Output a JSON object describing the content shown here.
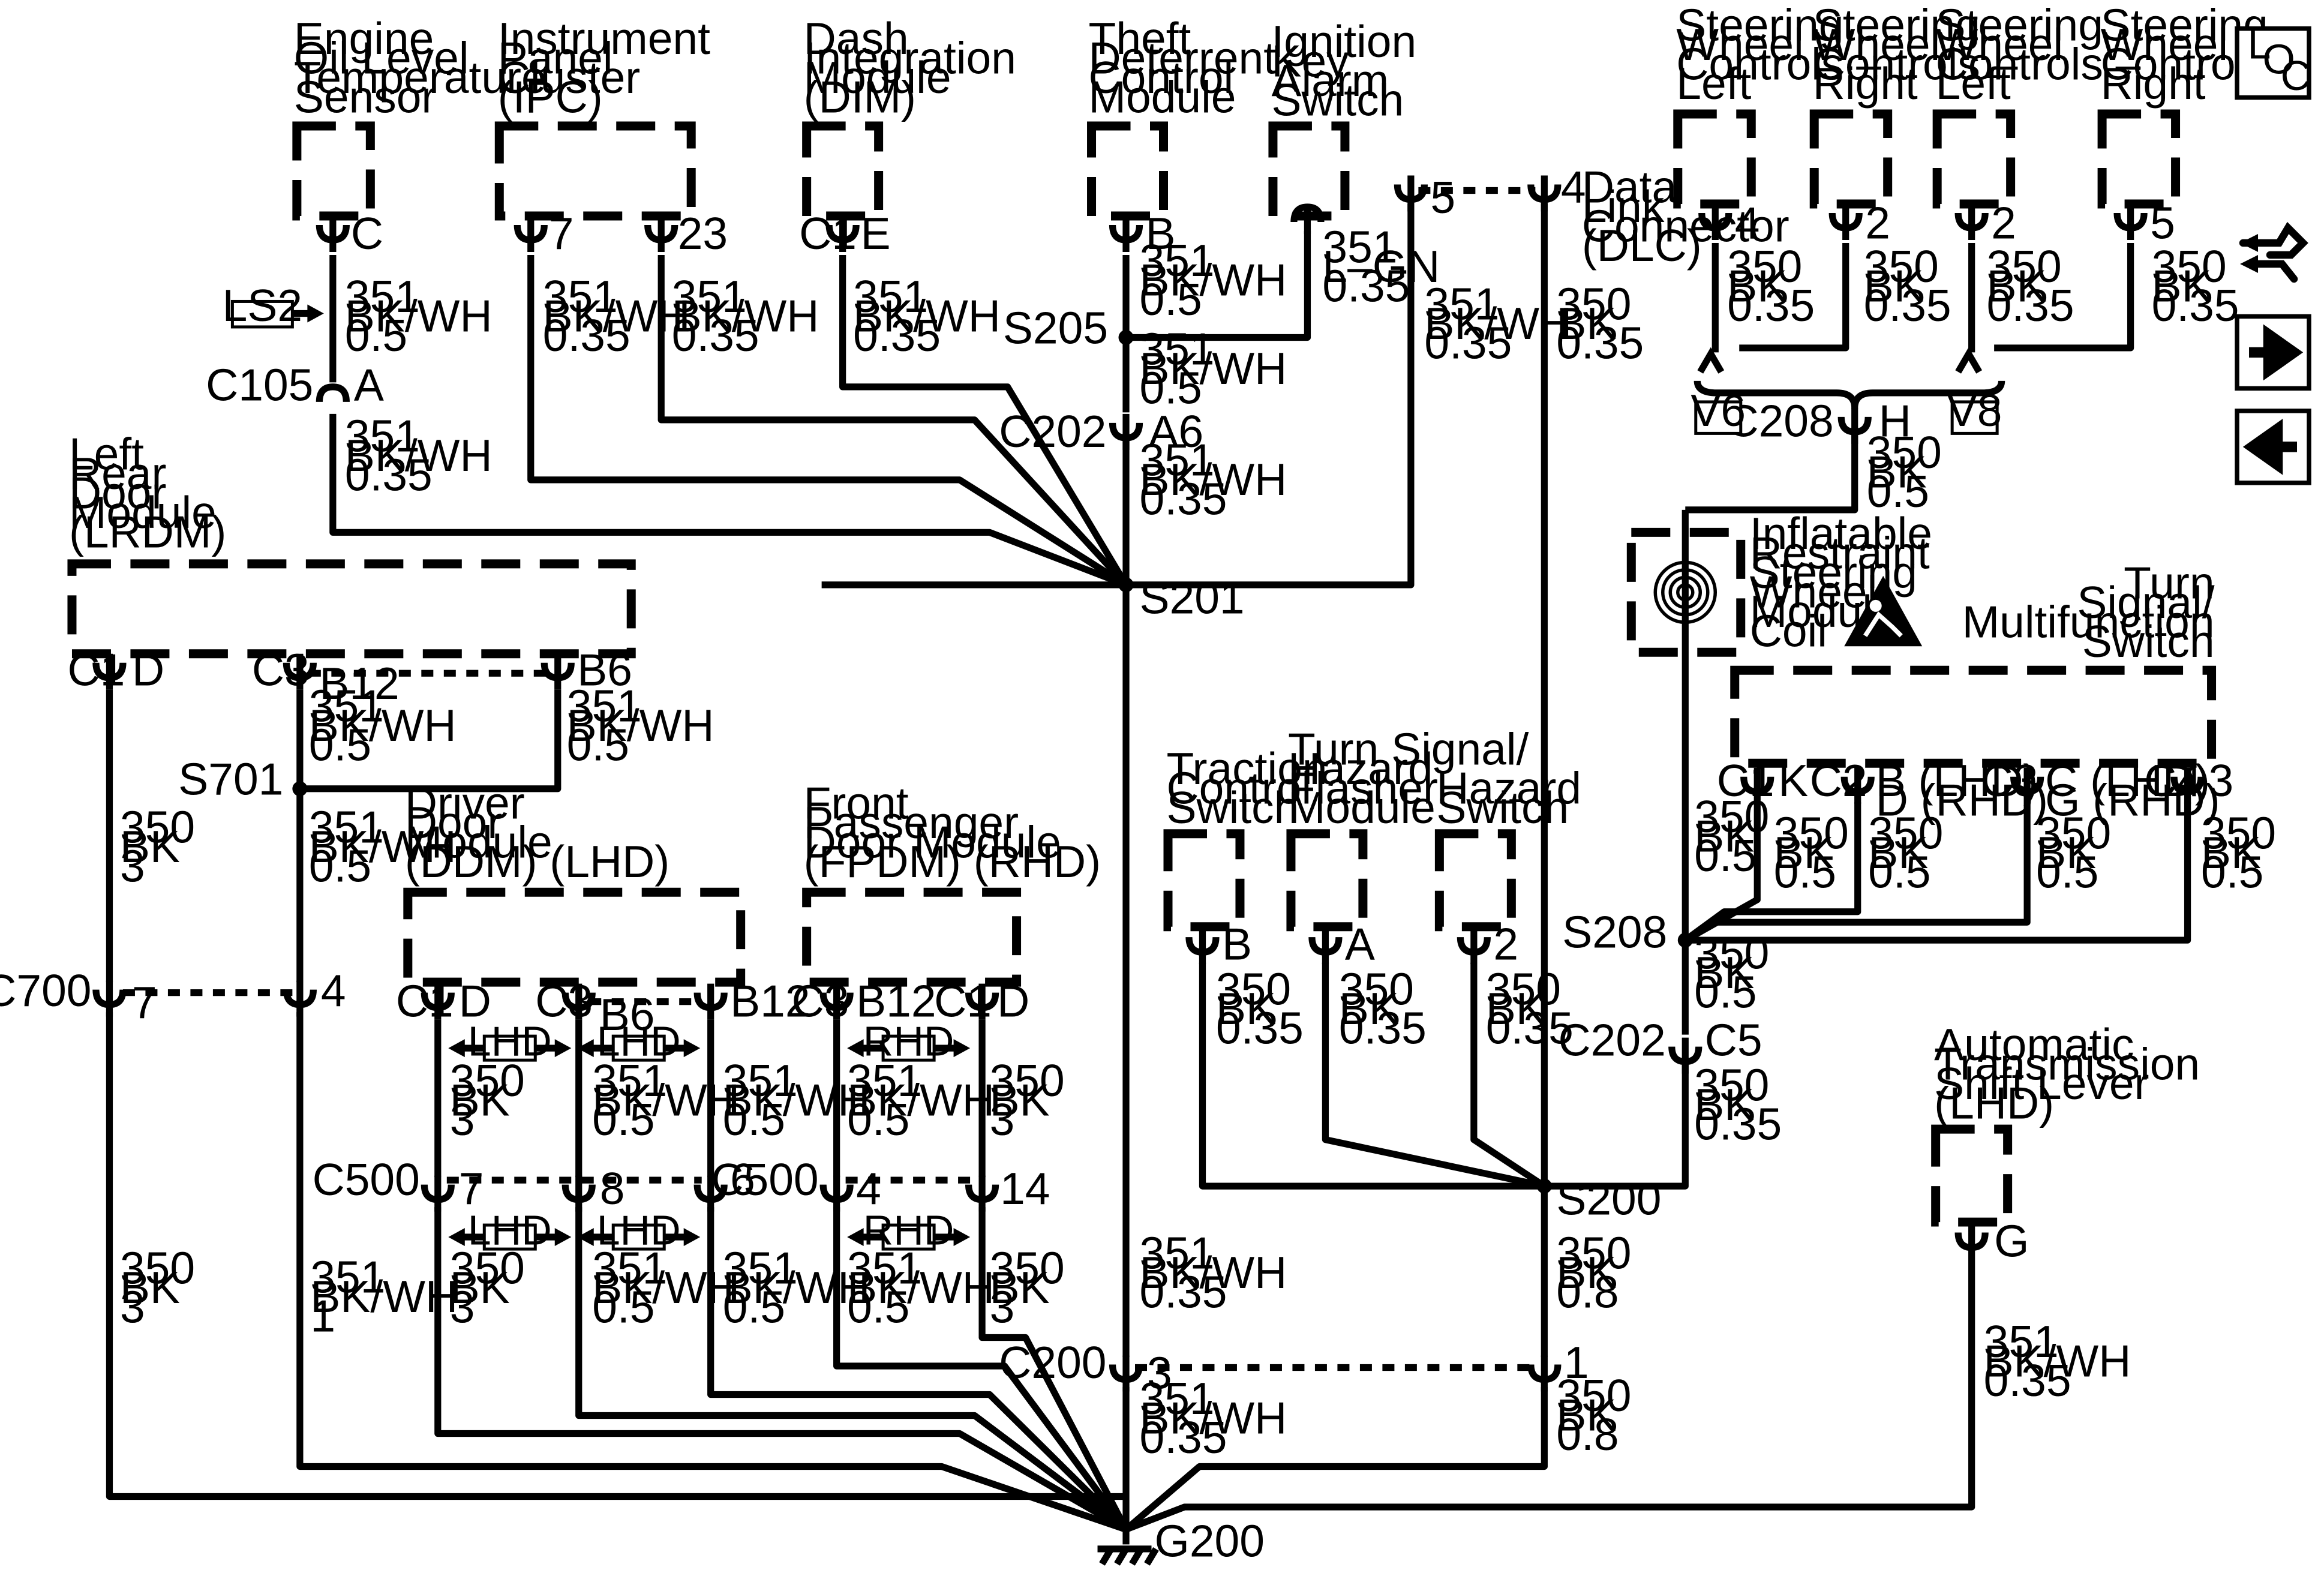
{
  "components": [
    {
      "key": "eolts",
      "lines": [
        "Engine",
        "Oil Level",
        "Temperature",
        "Sensor"
      ]
    },
    {
      "key": "ipc",
      "lines": [
        "Instrument",
        "Panel",
        "Cluster",
        "(IPC)"
      ]
    },
    {
      "key": "dim",
      "lines": [
        "Dash",
        "Integration",
        "Module",
        "(DIM)"
      ]
    },
    {
      "key": "tdcm",
      "lines": [
        "Theft",
        "Deterrent",
        "Control",
        "Module"
      ]
    },
    {
      "key": "ikas",
      "lines": [
        "Ignition",
        "Key",
        "Alarm",
        "Switch"
      ]
    },
    {
      "key": "dlc",
      "lines": [
        "Data",
        "Link",
        "Connector",
        "(DLC)"
      ]
    },
    {
      "key": "swc1",
      "lines": [
        "Steering",
        "Wheel",
        "Controls –",
        "Left"
      ]
    },
    {
      "key": "swc2",
      "lines": [
        "Steering",
        "Wheel",
        "Controls –",
        "Right"
      ]
    },
    {
      "key": "swc3",
      "lines": [
        "Steering",
        "Wheel",
        "Controls –",
        "Left"
      ]
    },
    {
      "key": "swc4",
      "lines": [
        "Steering",
        "Wheel",
        "Controls –",
        "Right"
      ]
    },
    {
      "key": "lrdm",
      "lines": [
        "Left",
        "Rear",
        "Door",
        "Module",
        "(LRDM)"
      ]
    },
    {
      "key": "irswmc",
      "lines": [
        "Inflatable",
        "Restraint",
        "Steering",
        "Wheel",
        "Module",
        "Coil"
      ]
    },
    {
      "key": "tsms",
      "lines": [
        "Turn",
        "Signal/",
        "Multifunction",
        "Switch"
      ]
    },
    {
      "key": "ddm",
      "lines": [
        "Driver",
        "Door",
        "Module",
        "(DDM) (LHD)"
      ]
    },
    {
      "key": "fpdm",
      "lines": [
        "Front",
        "Passenger",
        "Door Module",
        "(FPDM) (RHD)"
      ]
    },
    {
      "key": "tcs",
      "lines": [
        "Traction",
        "Control",
        "Switch"
      ]
    },
    {
      "key": "tshfm",
      "lines": [
        "Turn Signal/",
        "Hazard",
        "Flasher",
        "Module"
      ]
    },
    {
      "key": "hzs",
      "lines": [
        "Hazard",
        "Switch"
      ]
    },
    {
      "key": "atsl",
      "lines": [
        "Automatic",
        "Transmission",
        "Shift Lever",
        "(LHD)"
      ]
    }
  ],
  "pins": {
    "eolts_c": "C",
    "ipc_7": "7",
    "ipc_23": "23",
    "dim_c1": "C1",
    "dim_e": "E",
    "tdcm_b": "B",
    "dlc_5": "5",
    "dlc_4": "4",
    "swc_4": "4",
    "swc_2a": "2",
    "swc_2b": "2",
    "swc_5": "5",
    "c208": "C208",
    "c208_h": "H",
    "c105": "C105",
    "c105_a": "A",
    "c202": "C202",
    "c202_a6": "A6",
    "lrdm_c1": "C1",
    "lrdm_d": "D",
    "lrdm_c3": "C3",
    "lrdm_b12": "B12",
    "lrdm_b6": "B6",
    "c700": "C700",
    "c700_7": "7",
    "c700_4": "4",
    "ddm_c1": "C1",
    "ddm_d": "D",
    "ddm_c3": "C3",
    "ddm_b6": "B6",
    "ddm_b12": "B12",
    "fpdm_c3": "C3",
    "fpdm_b12": "B12",
    "fpdm_c1": "C1",
    "fpdm_d": "D",
    "c500a": "C500",
    "c500a_7": "7",
    "c500a_8": "8",
    "c500a_6": "6",
    "c500b": "C500",
    "c500b_4": "4",
    "c500b_14": "14",
    "tcs_b": "B",
    "tshfm_a": "A",
    "hzs_2": "2",
    "tsms_c1": "C1",
    "tsms_k": "K",
    "tsms_c2": "C2",
    "tsms_b": "B (LHD)",
    "tsms_d": "D (RHD)",
    "tsms_c3": "C3",
    "tsms_c": "C (LHD)",
    "tsms_g": "G (RHD)",
    "tsms_c4": "C4",
    "tsms_3": "3",
    "c202b": "C202",
    "c202b_c5": "C5",
    "atsl_g": "G",
    "c200": "C200",
    "c200_3": "3",
    "c200_1": "1"
  },
  "splices": {
    "s205": "S205",
    "s201": "S201",
    "s701": "S701",
    "s208": "S208",
    "s200": "S200",
    "g200": "G200"
  },
  "tags": {
    "ls2": "LS2",
    "v6": "V6",
    "v8": "V8",
    "lhd": "LHD",
    "rhd": "RHD"
  },
  "wires": [
    [
      "351",
      "BK/WH",
      "0.5"
    ],
    [
      "351",
      "BK/WH",
      "0.35"
    ],
    [
      "351",
      "BK/WH",
      "0.35"
    ],
    [
      "351",
      "BK/WH",
      "0.35"
    ],
    [
      "351",
      "BK/WH",
      "0.5"
    ],
    [
      "351",
      "L–GN",
      "0.35"
    ],
    [
      "351",
      "BK/WH",
      "0.5"
    ],
    [
      "351",
      "BK/WH",
      "0.35"
    ],
    [
      "351",
      "BK/WH",
      "0.35"
    ],
    [
      "350",
      "BK",
      "0.35"
    ],
    [
      "350",
      "BK",
      "0.35"
    ],
    [
      "350",
      "BK",
      "0.35"
    ],
    [
      "350",
      "BK",
      "0.35"
    ],
    [
      "350",
      "BK",
      "0.35"
    ],
    [
      "350",
      "BK",
      "0.5"
    ],
    [
      "351",
      "BK/WH",
      "0.35"
    ],
    [
      "351",
      "BK/WH",
      "0.5"
    ],
    [
      "351",
      "BK/WH",
      "0.5"
    ],
    [
      "350",
      "BK",
      "3"
    ],
    [
      "351",
      "BK/WH",
      "0.5"
    ],
    [
      "350",
      "BK",
      "0.5"
    ],
    [
      "350",
      "BK",
      "0.5"
    ],
    [
      "350",
      "BK",
      "0.5"
    ],
    [
      "350",
      "BK",
      "0.5"
    ],
    [
      "350",
      "BK",
      "0.5"
    ],
    [
      "350",
      "BK",
      "0.5"
    ],
    [
      "350",
      "BK",
      "0.35"
    ],
    [
      "350",
      "BK",
      "3"
    ],
    [
      "351",
      "BK/WH",
      "0.5"
    ],
    [
      "351",
      "BK/WH",
      "0.5"
    ],
    [
      "351",
      "BK/WH",
      "0.5"
    ],
    [
      "350",
      "BK",
      "3"
    ],
    [
      "350",
      "BK",
      "0.35"
    ],
    [
      "350",
      "BK",
      "0.35"
    ],
    [
      "350",
      "BK",
      "0.35"
    ],
    [
      "350",
      "BK",
      "3"
    ],
    [
      "351",
      "BK/WH",
      "1"
    ],
    [
      "350",
      "BK",
      "3"
    ],
    [
      "351",
      "BK/WH",
      "0.5"
    ],
    [
      "351",
      "BK/WH",
      "0.5"
    ],
    [
      "351",
      "BK/WH",
      "0.5"
    ],
    [
      "350",
      "BK",
      "3"
    ],
    [
      "351",
      "BK/WH",
      "0.35"
    ],
    [
      "350",
      "BK",
      "0.8"
    ],
    [
      "351",
      "BK/WH",
      "0.35"
    ],
    [
      "350",
      "BK",
      "0.8"
    ],
    [
      "351",
      "BK/WH",
      "0.35"
    ]
  ],
  "icons": [
    "loc-icon",
    "customize-icon",
    "next-page-icon",
    "previous-page-icon",
    "airbag-warning-icon",
    "coil-icon",
    "ground-icon"
  ],
  "nav": {
    "loc_l": "L",
    "loc_o": "O",
    "loc_c": "C"
  }
}
